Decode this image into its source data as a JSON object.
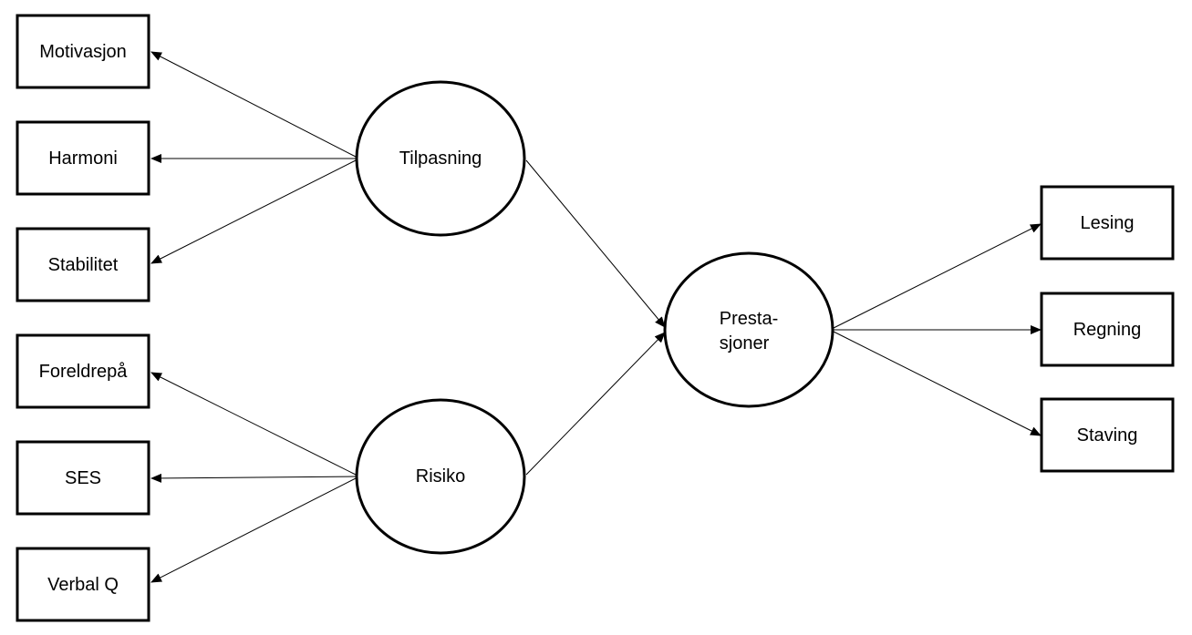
{
  "indicators_left": {
    "motivasjon": "Motivasjon",
    "harmoni": "Harmoni",
    "stabilitet": "Stabilitet",
    "foreldrepa": "Foreldrepå",
    "ses": "SES",
    "verbal_q": "Verbal Q"
  },
  "latents": {
    "tilpasning": "Tilpasning",
    "risiko": "Risiko",
    "prestasjoner_line1": "Presta-",
    "prestasjoner_line2": "sjoner"
  },
  "indicators_right": {
    "lesing": "Lesing",
    "regning": "Regning",
    "staving": "Staving"
  }
}
